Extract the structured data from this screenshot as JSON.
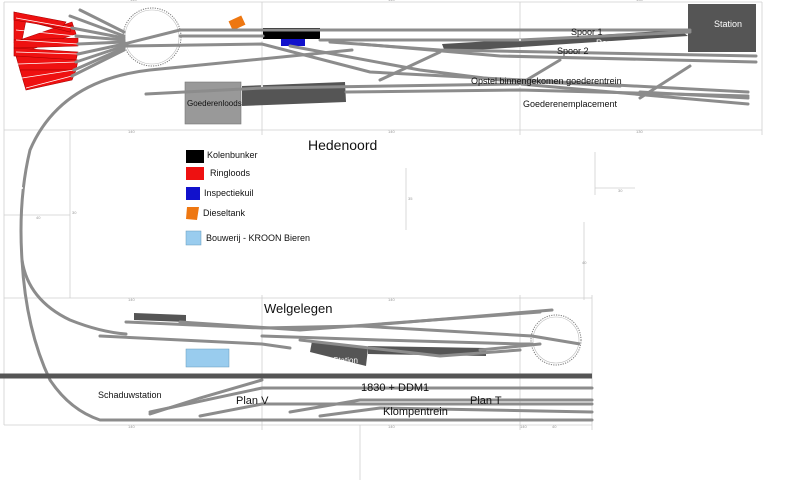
{
  "labels": {
    "hedenoord": "Hedenoord",
    "welgelegen": "Welgelegen",
    "spoor1": "Spoor 1",
    "spoor2": "Spoor 2",
    "perron": "Perron",
    "station_top": "Station",
    "station_bottom": "Station",
    "goederenloods": "Goederenloods",
    "opstel": "Opstel binnengekomen goederentrein",
    "goederenemplacement": "Goederenemplacement",
    "schaduwstation": "Schaduwstation",
    "plan_v": "Plan V",
    "plan_t": "Plan T",
    "ddm": "1830 + DDM1",
    "klompentrein": "Klompentrein"
  },
  "legend": [
    {
      "label": "Kolenbunker",
      "color": "#000000"
    },
    {
      "label": "Ringloods",
      "color": "#ee1111"
    },
    {
      "label": "Inspectiekuil",
      "color": "#1111cc"
    },
    {
      "label": "Dieseltank",
      "color": "#ee7711"
    },
    {
      "label": "Bouwerij - KROON Bieren",
      "color": "#99ccee"
    }
  ],
  "dimensions": {
    "top_left": "140",
    "top_mid": "140",
    "top_right": "130",
    "mid_left": "140",
    "mid_mid": "140",
    "mid_right": "130",
    "bot_left": "140",
    "bot_mid": "140",
    "bot_right": "140",
    "bot_far": "40",
    "welg_left": "140",
    "welg_right": "140",
    "side_a": "40",
    "side_b": "30",
    "side_c": "35",
    "side_d": "40",
    "side_e": "30"
  },
  "colors": {
    "track": "#8c8c8c",
    "track_edge": "#6a6a6a",
    "platform": "#555555",
    "loods": "#999999",
    "dim_line": "#c8c8c8"
  }
}
